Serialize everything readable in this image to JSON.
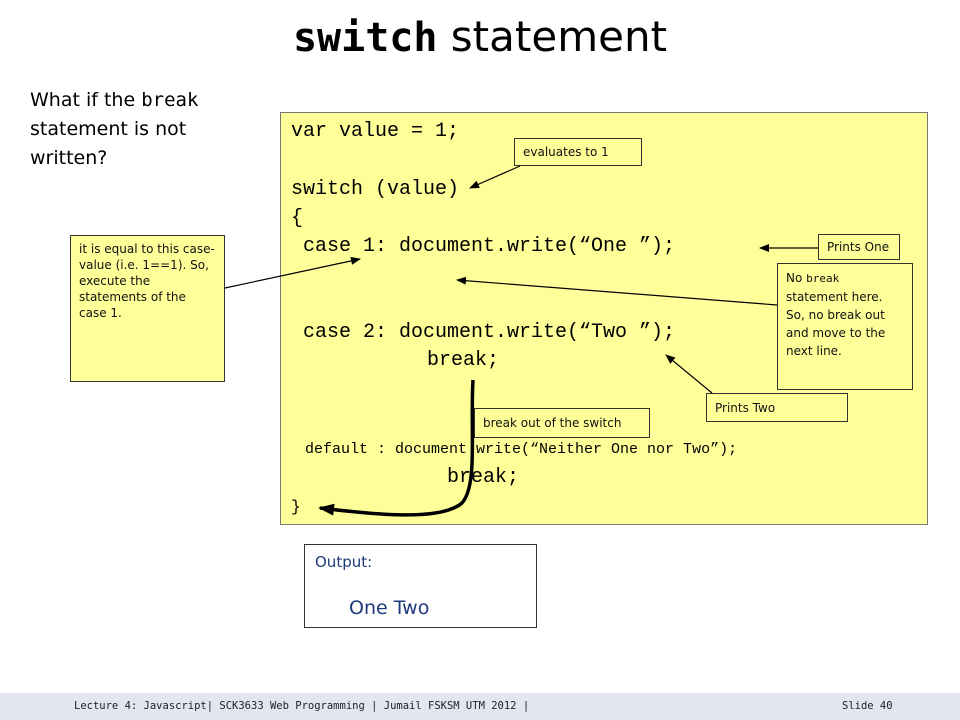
{
  "slide": {
    "title_keyword": "switch",
    "title_rest": " statement",
    "question_prefix": "What if the ",
    "question_keyword": "break",
    "question_suffix": " statement is not written?"
  },
  "code": {
    "line1": "var value = 1;",
    "line2": "switch (value)",
    "line3": "{",
    "line4": " case 1: document.write(“One ”);",
    "line5": " case 2: document.write(“Two ”);",
    "line6": "break;",
    "line7": "default : document.write(“Neither One nor Two”);",
    "line8": "break;",
    "line9": "}"
  },
  "callouts": {
    "evaluates": "evaluates to 1",
    "prints_one": "Prints One",
    "prints_two": "Prints Two",
    "break_out": "break out of the switch",
    "no_break_prefix": "No ",
    "no_break_keyword": "break",
    "no_break_suffix": " statement here. So, no break out and move to the next line.",
    "equal_case": "it is equal to this case-value (i.e. 1==1).  So, execute the statements of the case 1."
  },
  "output": {
    "label": "Output:",
    "value": "One Two"
  },
  "footer": {
    "text": "Lecture 4: Javascript| SCK3633 Web Programming | Jumail FSKSM UTM 2012 |",
    "slide_number": "Slide 40"
  }
}
